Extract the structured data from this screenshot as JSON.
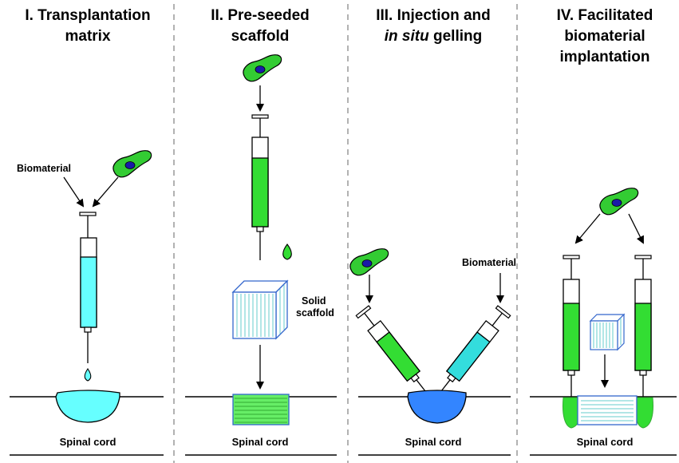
{
  "panels": [
    {
      "title_lines": [
        {
          "prefix": "I. Transplantation",
          "italic": "",
          "suffix": ""
        },
        {
          "prefix": "matrix",
          "italic": "",
          "suffix": ""
        }
      ],
      "labels": [
        "Biomaterial"
      ],
      "cord_label": "Spinal cord"
    },
    {
      "title_lines": [
        {
          "prefix": "II. Pre-seeded",
          "italic": "",
          "suffix": ""
        },
        {
          "prefix": "scaffold",
          "italic": "",
          "suffix": ""
        }
      ],
      "labels": [
        "Solid",
        "scaffold"
      ],
      "cord_label": "Spinal cord"
    },
    {
      "title_lines": [
        {
          "prefix": "III. Injection and",
          "italic": "",
          "suffix": ""
        },
        {
          "prefix": "",
          "italic": "in situ",
          "suffix": " gelling"
        }
      ],
      "labels": [
        "Biomaterial"
      ],
      "cord_label": "Spinal cord"
    },
    {
      "title_lines": [
        {
          "prefix": "IV. Facilitated",
          "italic": "",
          "suffix": ""
        },
        {
          "prefix": "biomaterial",
          "italic": "",
          "suffix": ""
        },
        {
          "prefix": "implantation",
          "italic": "",
          "suffix": ""
        }
      ],
      "labels": [],
      "cord_label": "Spinal cord"
    }
  ],
  "colors": {
    "cell_green": "#33cc33",
    "nucleus_blue": "#1a1aa8",
    "syringe_green": "#33dd33",
    "biomaterial_cyan": "#66ffff",
    "gel_blue": "#3385ff",
    "scaffold_blue": "#3366cc",
    "divider_gray": "#999999"
  }
}
